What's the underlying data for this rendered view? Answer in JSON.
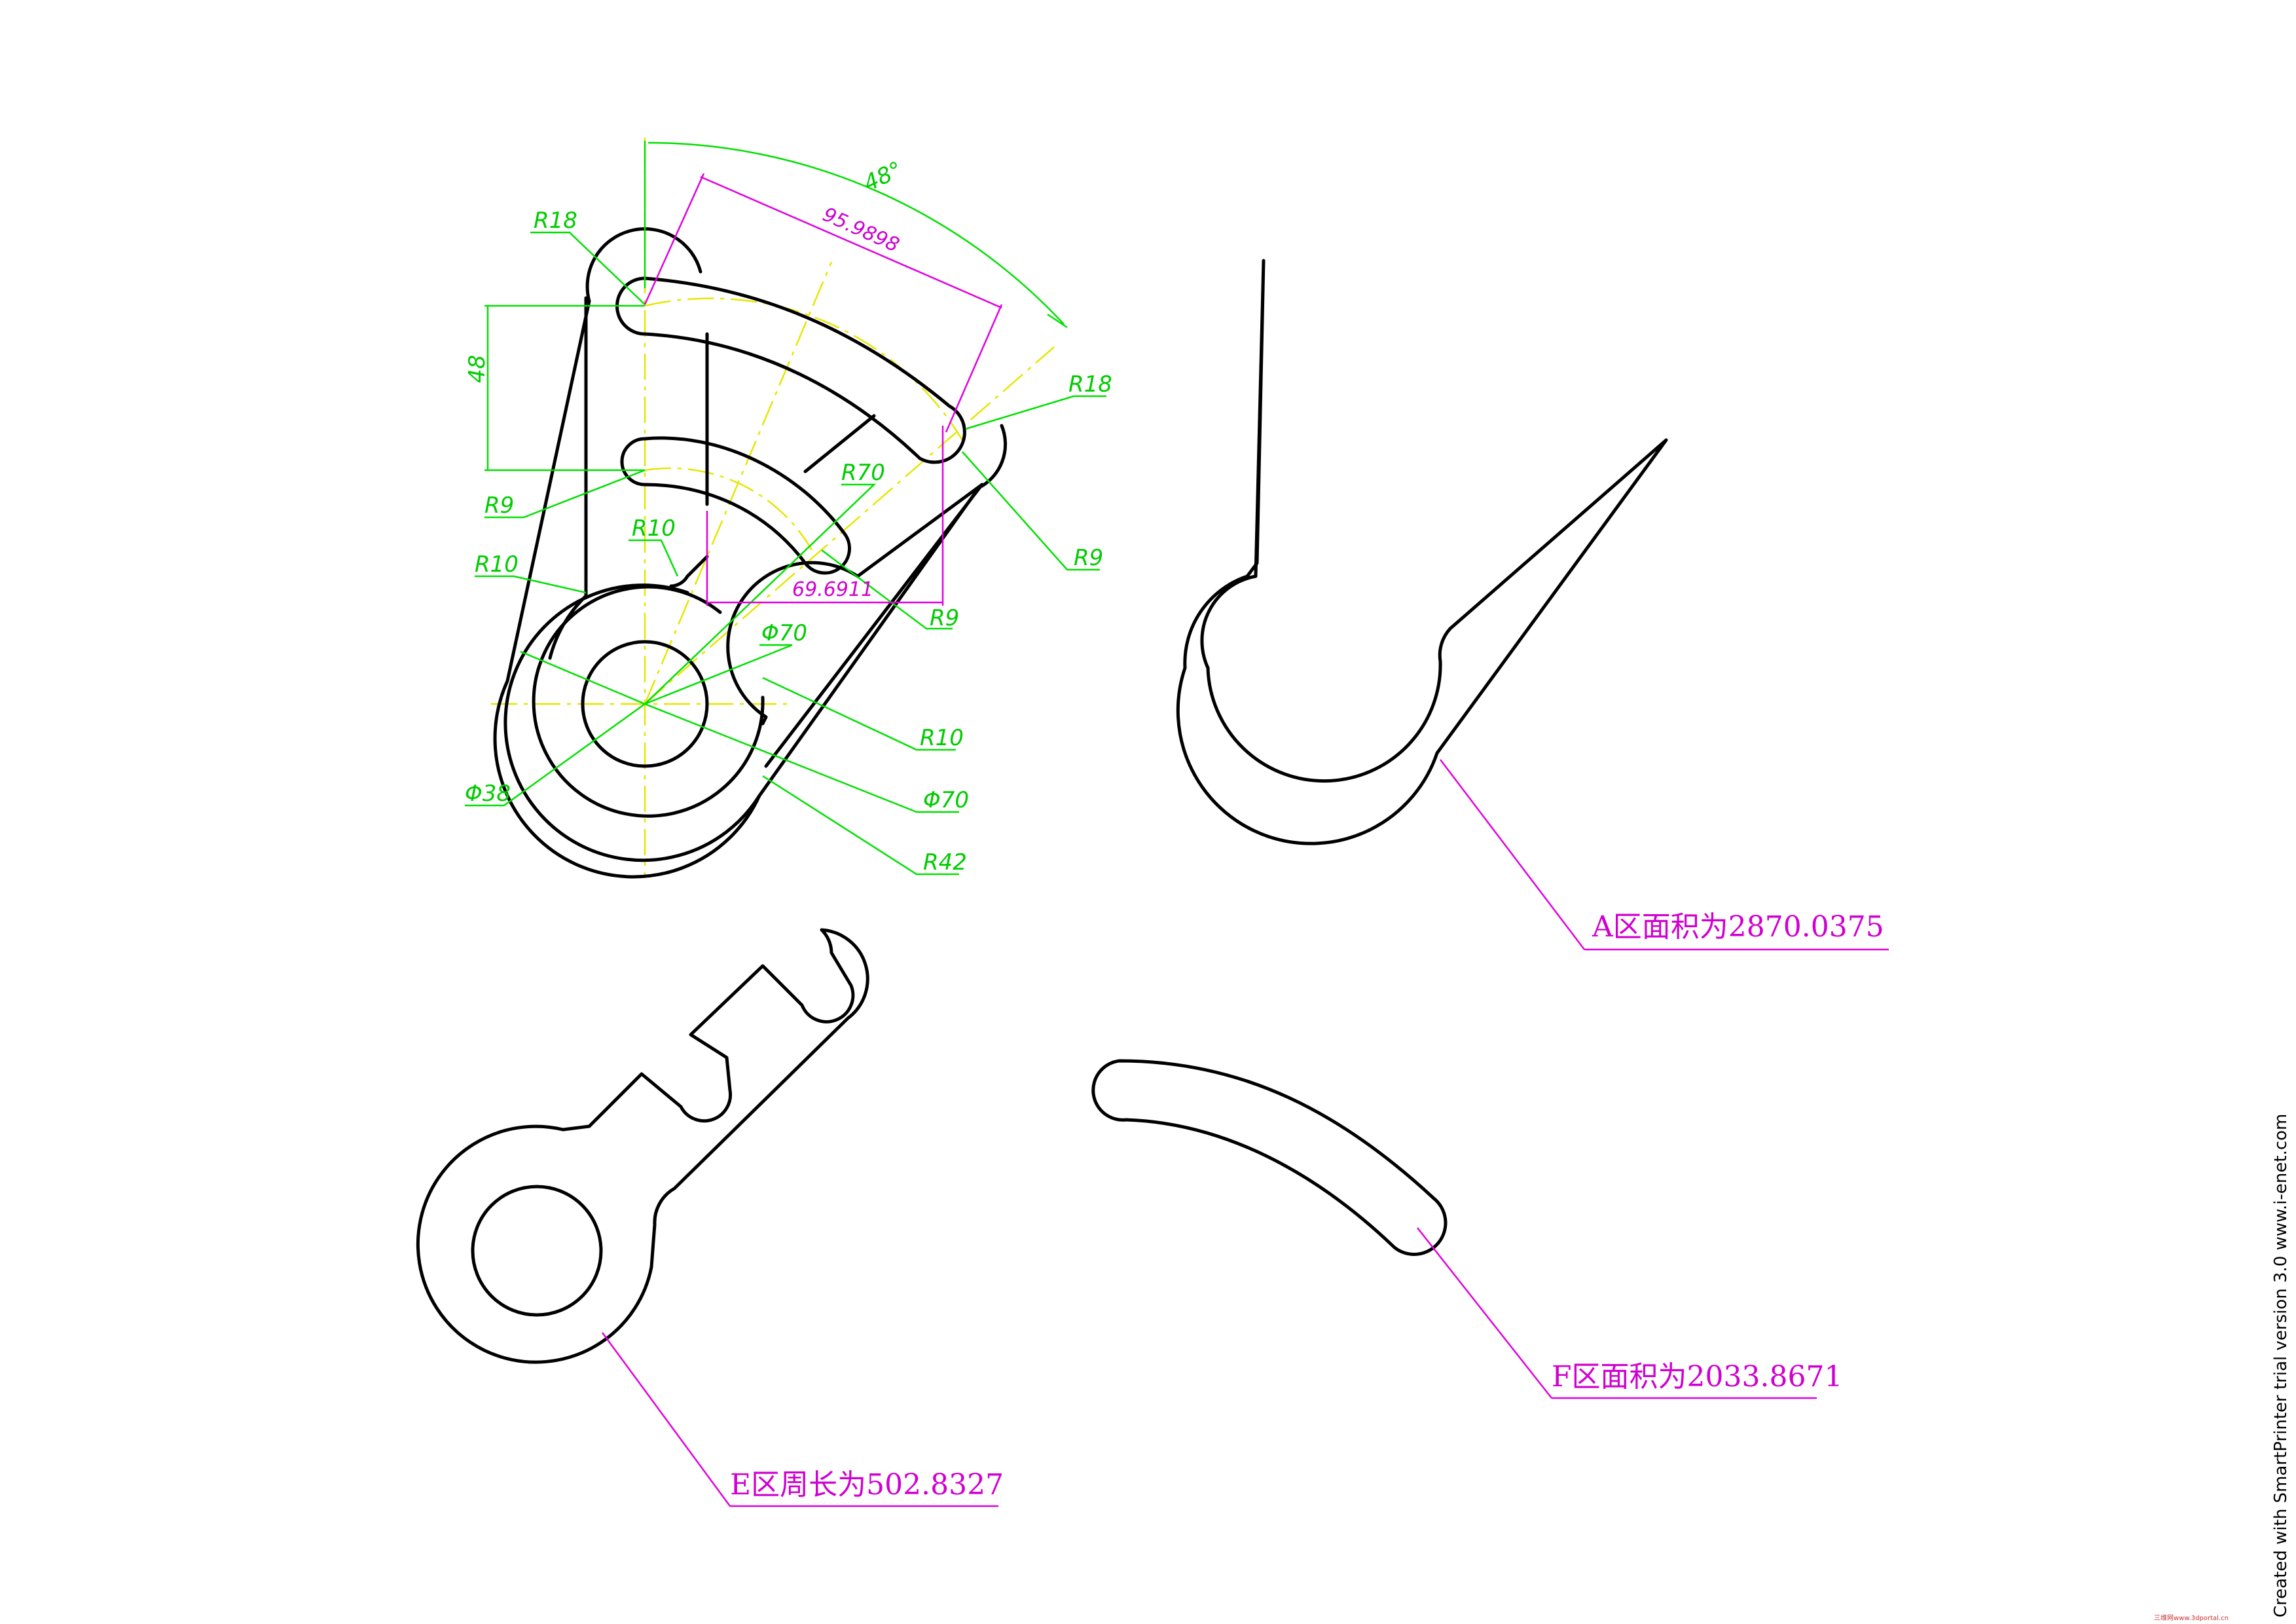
{
  "main_drawing": {
    "angle_label": "48°",
    "arc_length_label": "95.9898",
    "height_label": "48",
    "chord_label": "69.6911",
    "radii": {
      "r18_top_left": "R18",
      "r18_right": "R18",
      "r9_left": "R9",
      "r9_right": "R9",
      "r9_mid": "R9",
      "r10_inner": "R10",
      "r10_left": "R10",
      "r10_right": "R10",
      "r70": "R70",
      "phi70_a": "Φ70",
      "phi70_b": "Φ70",
      "phi38": "Φ38",
      "r42": "R42"
    }
  },
  "annotations": {
    "area_a": "A区面积为2870.0375",
    "area_f": "F区面积为2033.8671",
    "perimeter_e": "E区周长为502.8327"
  },
  "watermark": {
    "side_text": "Created with SmartPrinter trial version 3.0  www.i-enet.com",
    "corner_text": "三维网www.3dportal.cn"
  },
  "colors": {
    "outline": "#000000",
    "dimension": "#00e000",
    "centerline": "#e6e600",
    "annotation": "#e000e0"
  }
}
